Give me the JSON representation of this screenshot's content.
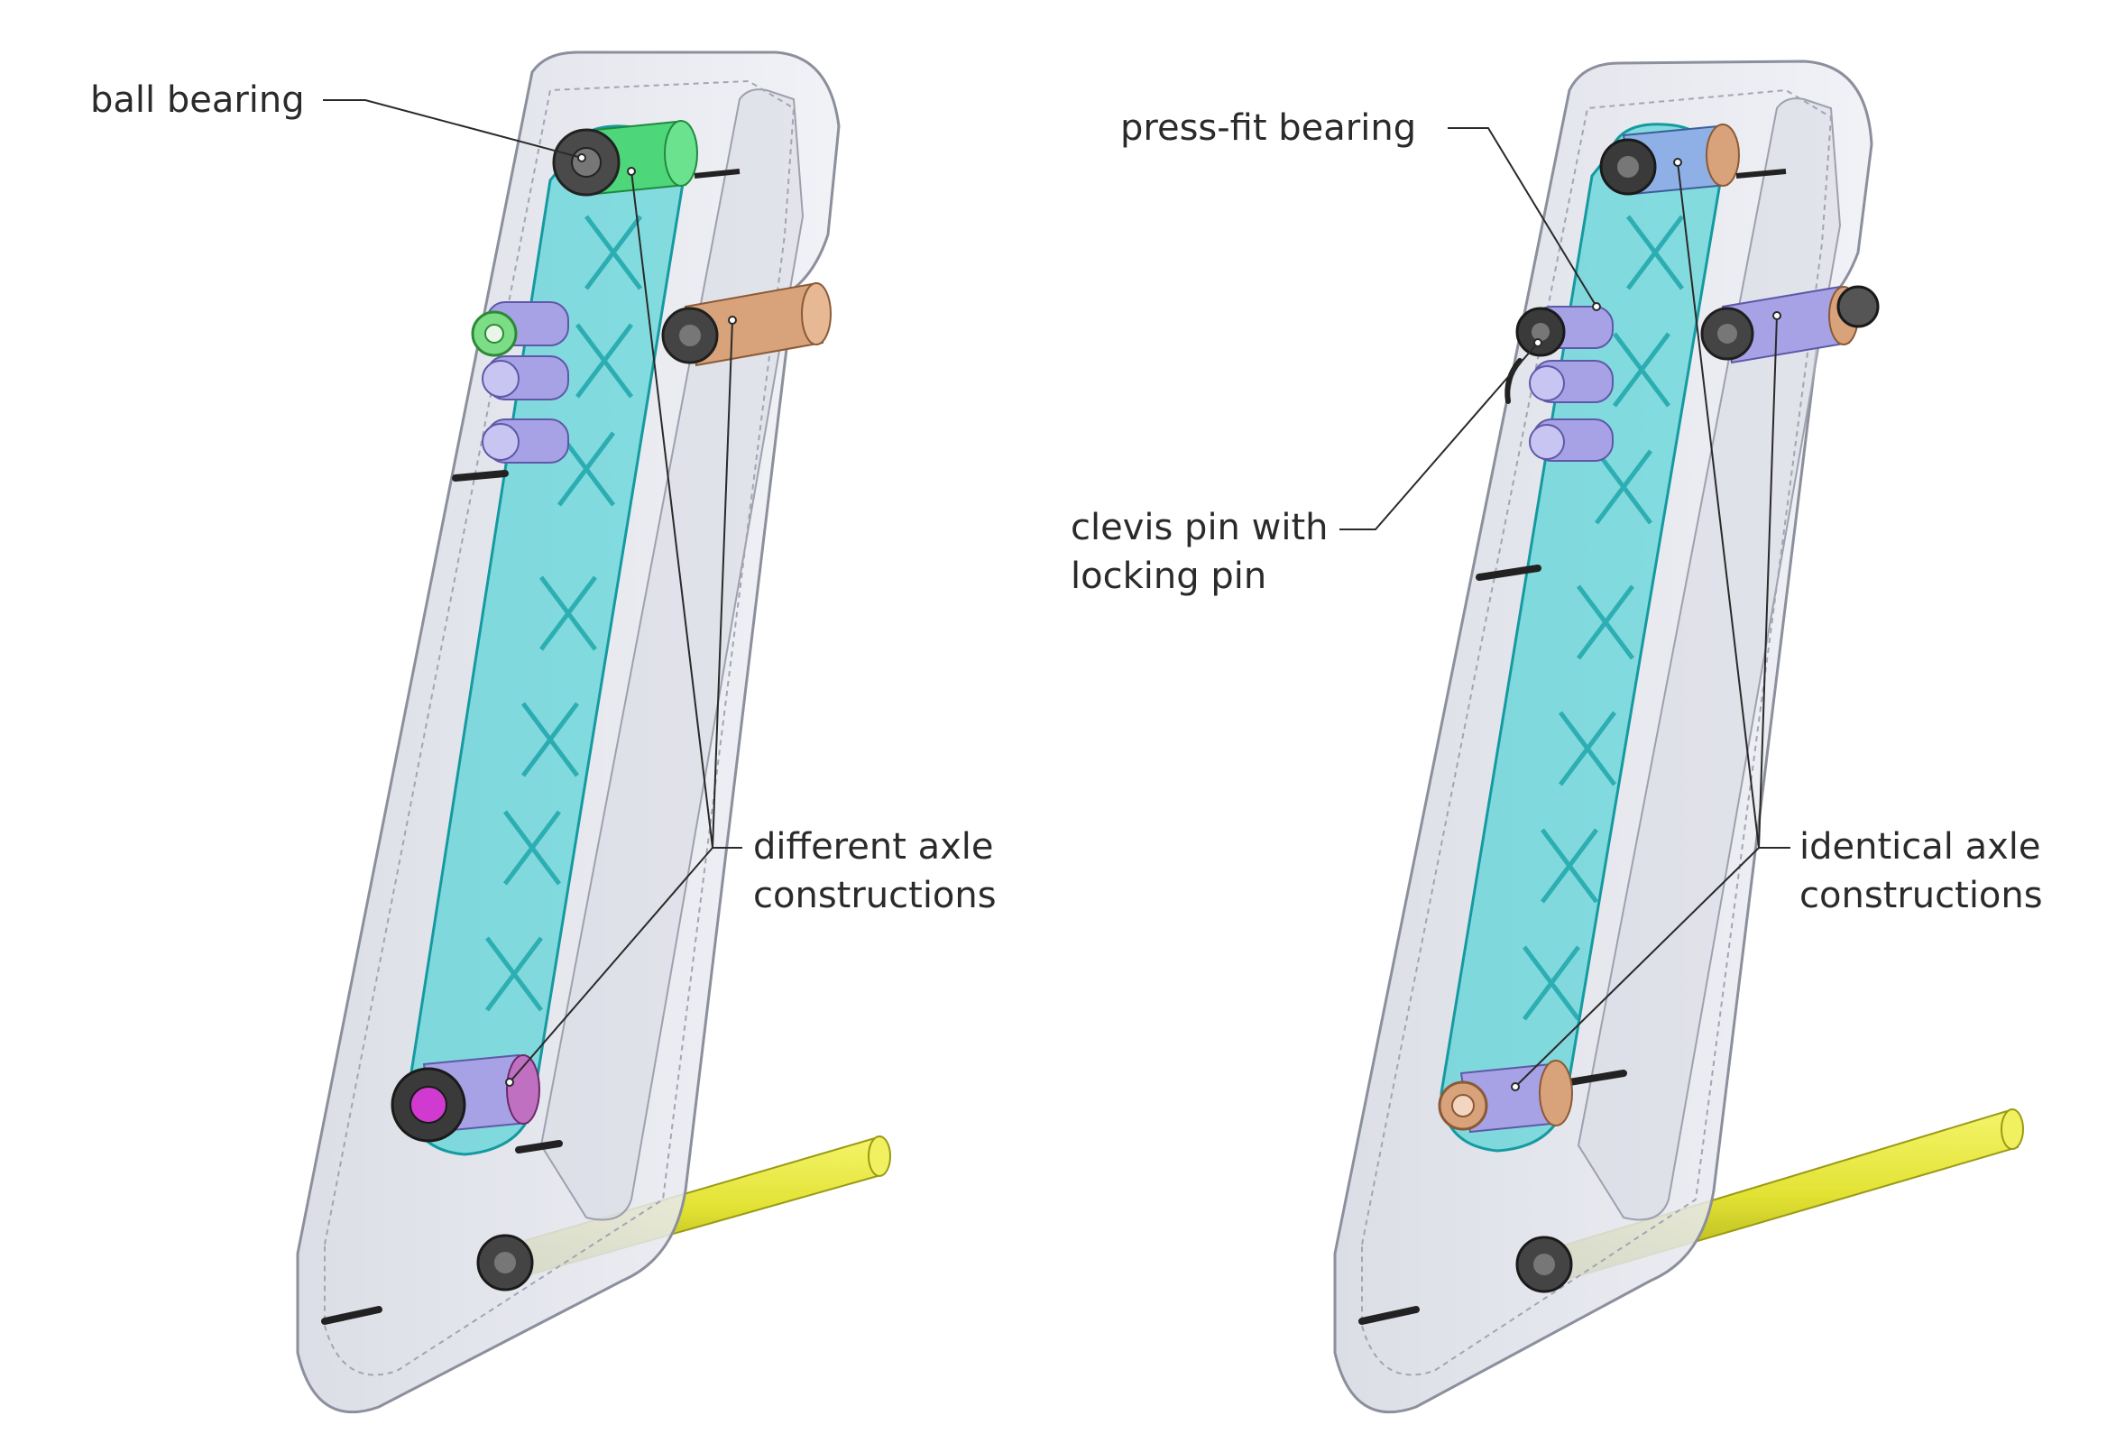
{
  "labels": {
    "ball_bearing": "ball bearing",
    "different_axle": [
      "different axle",
      "constructions"
    ],
    "press_fit_bearing": "press-fit bearing",
    "clevis_pin": [
      "clevis pin with",
      "locking pin"
    ],
    "identical_axle": [
      "identical axle",
      "constructions"
    ]
  },
  "colors": {
    "housing_fill": "#e4e6ee",
    "housing_stroke": "#8c8f9c",
    "arm_fill": "#3ed0d2",
    "arm_stroke": "#149aa0",
    "bushing": "#a7a2e6",
    "bearing_green": "#4ed67a",
    "bushing_bronze": "#d8a27a",
    "rod": "#e6e63a",
    "bolt": "#3a3a3a",
    "leader": "#2a2a2a"
  },
  "icons": [
    "hex-socket-bolt-icon",
    "threaded-stud-icon",
    "bushing-icon",
    "ball-bearing-icon",
    "press-fit-bearing-icon",
    "clevis-pin-icon",
    "rod-icon"
  ]
}
